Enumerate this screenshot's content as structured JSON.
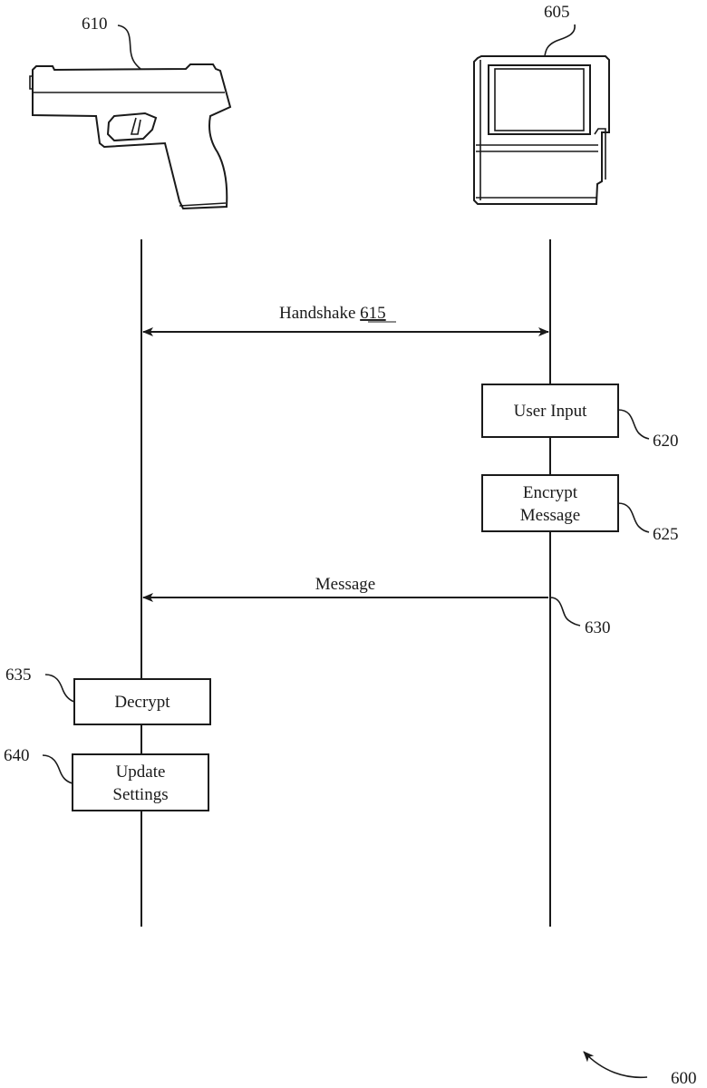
{
  "figure": {
    "reference": "600",
    "colors": {
      "ink": "#1a1a1a",
      "background": "#ffffff"
    }
  },
  "entities": {
    "left": {
      "name": "firearm",
      "icon": "handgun-icon",
      "ref": "610"
    },
    "right": {
      "name": "control-device",
      "icon": "device-icon",
      "ref": "605"
    }
  },
  "messages": [
    {
      "label": "Handshake",
      "ref": "615",
      "direction": "bidirectional"
    },
    {
      "label": "Message",
      "ref": "630",
      "direction": "right-to-left"
    }
  ],
  "steps": {
    "user_input": {
      "lines": [
        "User Input"
      ],
      "ref": "620",
      "lane": "right"
    },
    "encrypt_message": {
      "lines": [
        "Encrypt",
        "Message"
      ],
      "ref": "625",
      "lane": "right"
    },
    "decrypt": {
      "lines": [
        "Decrypt"
      ],
      "ref": "635",
      "lane": "left"
    },
    "update_settings": {
      "lines": [
        "Update",
        "Settings"
      ],
      "ref": "640",
      "lane": "left"
    }
  }
}
